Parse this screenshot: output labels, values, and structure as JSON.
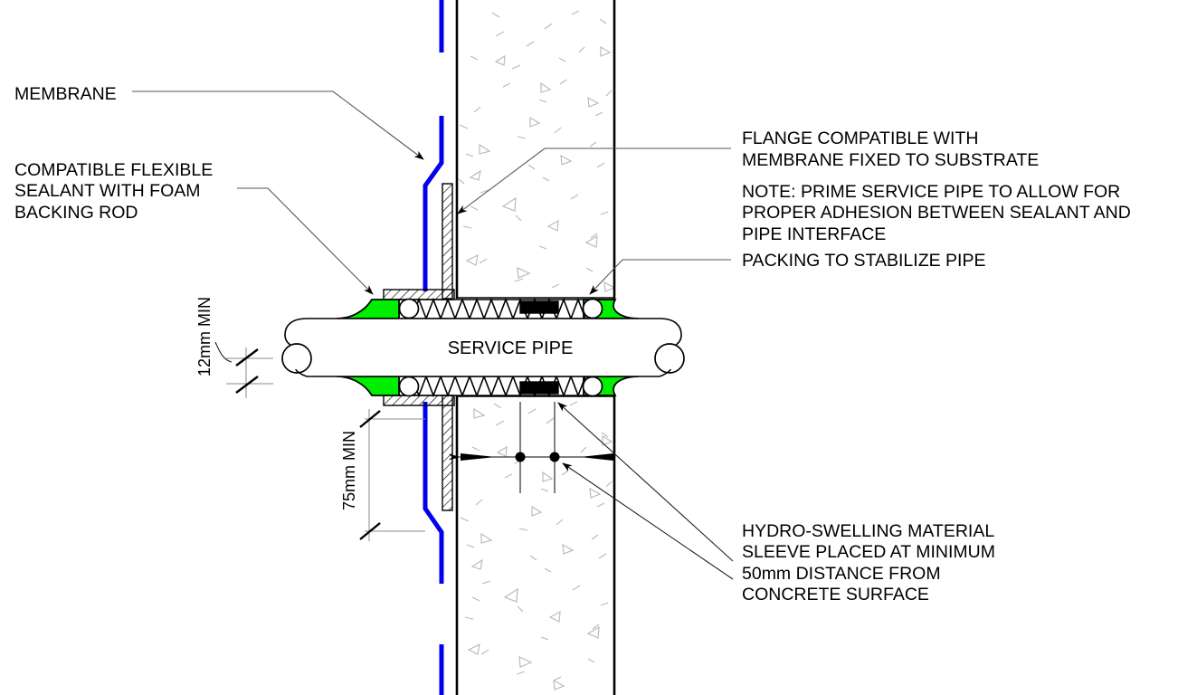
{
  "drawing": {
    "title": "Service pipe penetration through concrete slab — waterproofing detail",
    "colors": {
      "membrane": "#0000ee",
      "sealant": "#00ee00",
      "line": "#000000",
      "leader": "#555555",
      "aggregate": "#b9b9b9"
    }
  },
  "labels": {
    "membrane": "MEMBRANE",
    "sealant_line1": "COMPATIBLE FLEXIBLE",
    "sealant_line2": "SEALANT WITH FOAM",
    "sealant_line3": "BACKING ROD",
    "flange_line1": "FLANGE COMPATIBLE WITH",
    "flange_line2": "MEMBRANE FIXED TO SUBSTRATE",
    "note_line1": "NOTE: PRIME SERVICE PIPE TO ALLOW FOR",
    "note_line2": "PROPER ADHESION BETWEEN SEALANT AND",
    "note_line3": "PIPE INTERFACE",
    "packing": "PACKING TO STABILIZE PIPE",
    "hydro_line1": "HYDRO-SWELLING MATERIAL",
    "hydro_line2": "SLEEVE PLACED AT MINIMUM",
    "hydro_line3": "50mm DISTANCE FROM",
    "hydro_line4": "CONCRETE SURFACE",
    "service_pipe": "SERVICE PIPE"
  },
  "dimensions": {
    "thickness_min": "12mm MIN",
    "embedment_min": "75mm MIN"
  }
}
